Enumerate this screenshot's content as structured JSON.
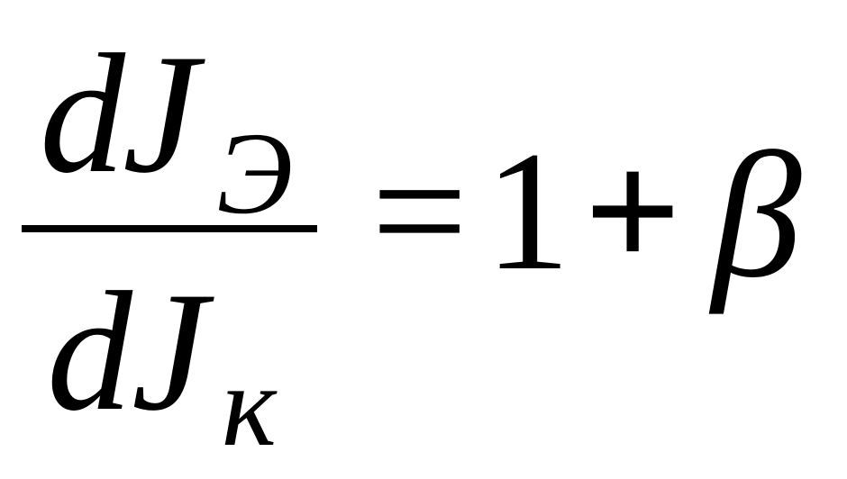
{
  "formula": {
    "numerator": {
      "d": "d",
      "variable": "J",
      "subscript": "Э"
    },
    "denominator": {
      "d": "d",
      "variable": "J",
      "subscript": "к"
    },
    "equals": "=",
    "one": "1",
    "plus": "+",
    "beta": "β"
  }
}
